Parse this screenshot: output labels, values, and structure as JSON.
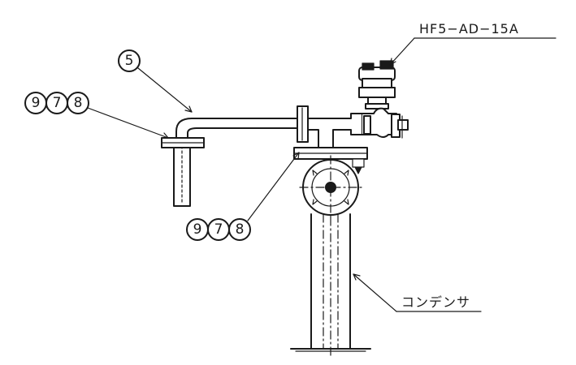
{
  "labels": {
    "valve_model": "HF5−AD−15A",
    "condensate": "コンデンサ"
  },
  "balloons": {
    "pipe": [
      "5"
    ],
    "top_left_group": [
      "9",
      "7",
      "8"
    ],
    "bottom_group": [
      "9",
      "7",
      "8"
    ]
  }
}
